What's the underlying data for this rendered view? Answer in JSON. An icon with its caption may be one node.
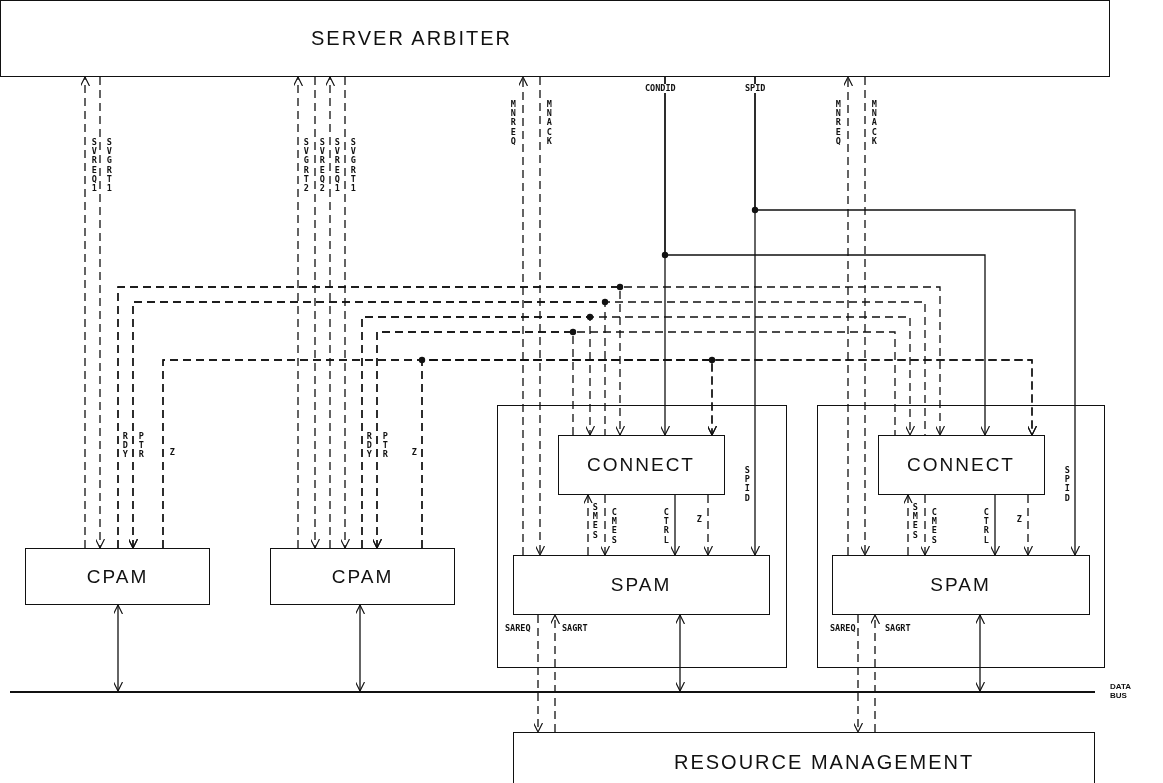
{
  "diagram": {
    "nodes": [
      {
        "text": [
          "SERVER ARBITER"
        ]
      },
      {
        "text": [
          "CPAM"
        ]
      },
      {
        "text": [
          "CPAM"
        ]
      },
      {
        "text": [],
        "shape": "box"
      },
      {
        "text": [
          "CONNECT"
        ],
        "in": 3
      },
      {
        "text": [
          "SPAM"
        ],
        "in": 3
      },
      {
        "text": [],
        "shape": "box"
      },
      {
        "text": [
          "CONNECT"
        ],
        "in": 6
      },
      {
        "text": [
          "SPAM"
        ],
        "in": 6
      },
      {
        "text": [
          "RESOURCE MANAGEMENT"
        ]
      },
      {
        "text": [],
        "shape": "bar",
        "beside": [
          "DATA BUS"
        ]
      }
    ],
    "edges": [
      {
        "from": 1,
        "to": 0,
        "arrow": "to",
        "label": "SVREQ1",
        "style": "dashed"
      },
      {
        "from": 0,
        "to": 1,
        "arrow": "to",
        "label": "SVGRT1",
        "style": "dashed"
      },
      {
        "from": 2,
        "to": 0,
        "arrow": "to",
        "label": "SVGRT2",
        "style": "dashed"
      },
      {
        "from": 0,
        "to": 2,
        "arrow": "to",
        "label": "SVREQ2",
        "style": "dashed"
      },
      {
        "from": 2,
        "to": 0,
        "arrow": "to",
        "label": "SVREQ1",
        "style": "dashed"
      },
      {
        "from": 0,
        "to": 2,
        "arrow": "to",
        "label": "SVGRT1",
        "style": "dashed"
      },
      {
        "from": 1,
        "to": 4,
        "arrow": "to",
        "label": "RDY",
        "style": "dashed"
      },
      {
        "from": 1,
        "to": 7,
        "arrow": "to",
        "style": "dashed"
      },
      {
        "from": 4,
        "to": 1,
        "arrow": "to",
        "label": "PTR",
        "style": "dashed"
      },
      {
        "from": 7,
        "to": 1,
        "arrow": "to",
        "style": "dashed"
      },
      {
        "from": 2,
        "to": 4,
        "arrow": "to",
        "label": "RDY",
        "style": "dashed"
      },
      {
        "from": 2,
        "to": 7,
        "arrow": "to",
        "style": "dashed"
      },
      {
        "from": 4,
        "to": 2,
        "arrow": "to",
        "label": "PTR",
        "style": "dashed"
      },
      {
        "from": 7,
        "to": 2,
        "arrow": "to",
        "style": "dashed"
      },
      {
        "from": 1,
        "to": 4,
        "arrow": "to",
        "label": "Z",
        "style": "dashed"
      },
      {
        "from": 1,
        "to": 7,
        "arrow": "to",
        "style": "dashed"
      },
      {
        "from": 2,
        "to": 4,
        "arrow": "to",
        "label": "Z",
        "style": "dashed"
      },
      {
        "from": 2,
        "to": 7,
        "arrow": "to",
        "style": "dashed"
      },
      {
        "from": 0,
        "to": 4,
        "arrow": "to",
        "label": "CONDID"
      },
      {
        "from": 0,
        "to": 7,
        "arrow": "to"
      },
      {
        "from": 0,
        "to": 5,
        "arrow": "to",
        "label": "SPID"
      },
      {
        "from": 0,
        "to": 8,
        "arrow": "to",
        "label": "SPID"
      },
      {
        "from": 5,
        "to": 0,
        "arrow": "to",
        "label": "MNREQ",
        "style": "dashed"
      },
      {
        "from": 0,
        "to": 5,
        "arrow": "to",
        "label": "MNACK",
        "style": "dashed"
      },
      {
        "from": 8,
        "to": 0,
        "arrow": "to",
        "label": "MNREQ",
        "style": "dashed"
      },
      {
        "from": 0,
        "to": 8,
        "arrow": "to",
        "label": "MNACK",
        "style": "dashed"
      },
      {
        "from": 5,
        "to": 4,
        "arrow": "to",
        "label": "SMES",
        "style": "dashed"
      },
      {
        "from": 4,
        "to": 5,
        "arrow": "to",
        "label": "CMES",
        "style": "dashed"
      },
      {
        "from": 4,
        "to": 5,
        "arrow": "to",
        "label": "CTRL"
      },
      {
        "from": 4,
        "to": 5,
        "arrow": "to",
        "label": "Z",
        "style": "dashed"
      },
      {
        "from": 8,
        "to": 7,
        "arrow": "to",
        "label": "SMES",
        "style": "dashed"
      },
      {
        "from": 7,
        "to": 8,
        "arrow": "to",
        "label": "CMES",
        "style": "dashed"
      },
      {
        "from": 7,
        "to": 8,
        "arrow": "to",
        "label": "CTRL"
      },
      {
        "from": 7,
        "to": 8,
        "arrow": "to",
        "label": "Z",
        "style": "dashed"
      },
      {
        "from": 1,
        "to": 10,
        "arrow": "both"
      },
      {
        "from": 2,
        "to": 10,
        "arrow": "both"
      },
      {
        "from": 5,
        "to": 10,
        "arrow": "both"
      },
      {
        "from": 8,
        "to": 10,
        "arrow": "both"
      },
      {
        "from": 5,
        "to": 9,
        "arrow": "to",
        "label": "SAREQ",
        "style": "dashed"
      },
      {
        "from": 9,
        "to": 5,
        "arrow": "to",
        "label": "SAGRT",
        "style": "dashed"
      },
      {
        "from": 8,
        "to": 9,
        "arrow": "to",
        "label": "SAREQ",
        "style": "dashed"
      },
      {
        "from": 9,
        "to": 8,
        "arrow": "to",
        "label": "SAGRT",
        "style": "dashed"
      }
    ],
    "labels": [
      "SPID"
    ]
  }
}
